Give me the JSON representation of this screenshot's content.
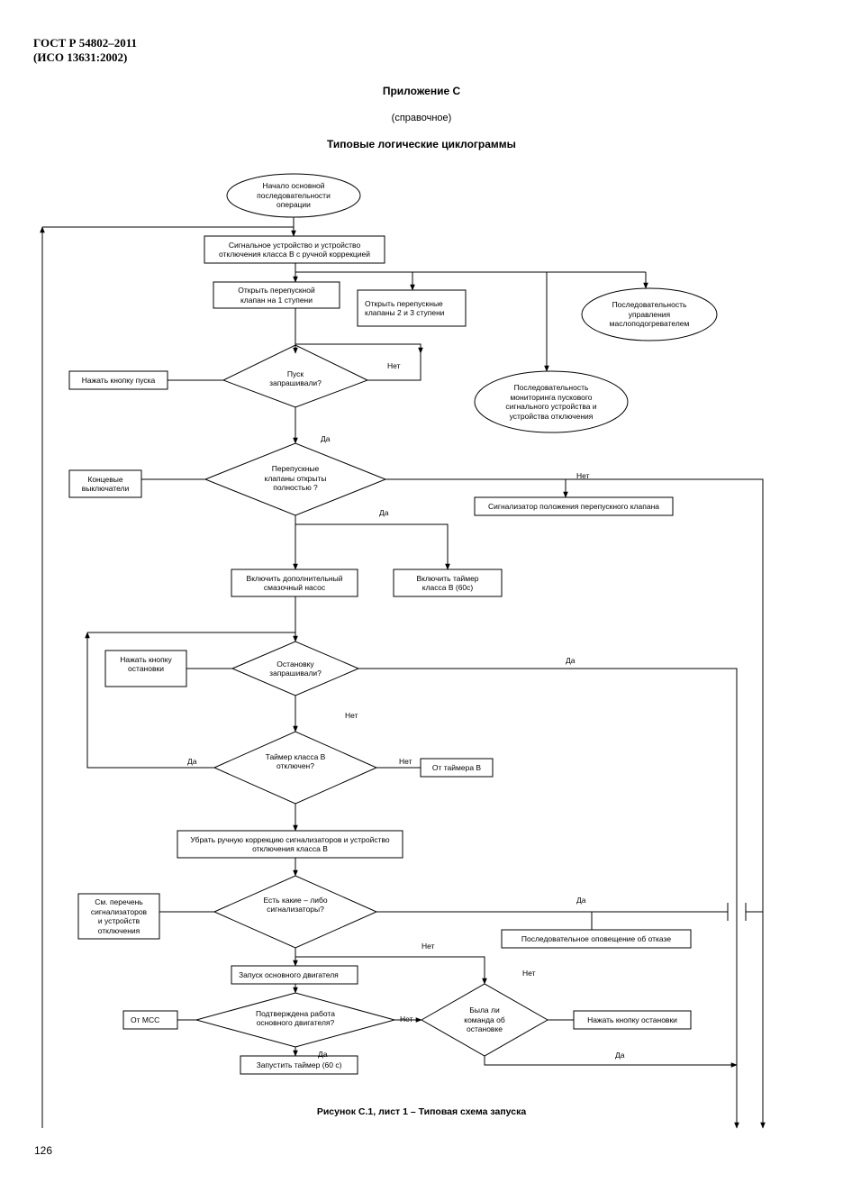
{
  "header": {
    "standard": "ГОСТ Р 54802–2011",
    "iso": "(ИСО 13631:2002)"
  },
  "appendix": {
    "title": "Приложение С",
    "subtitle": "(справочное)",
    "heading": "Типовые логические циклограммы"
  },
  "nodes": {
    "start": "Начало основной\nпоследовательности\nоперации",
    "signal_device": "Сигнальное устройство и устройство\nотключения класса В с ручной коррекцией",
    "open_valve1": "Открыть перепускной\nклапан на 1  ступени",
    "open_valves23": "Открыть перепускные\nклапаны 2  и 3 ступени",
    "oil_heater_seq": "Последовательность\nуправления\nмаслоподогревателем",
    "start_monitor_seq": "Последовательность\nмониторинга пускового\nсигнального устройства и\nустройства отключения",
    "press_start_btn": "Нажать кнопку пуска",
    "start_requested": "Пуск\nзапрашивали?",
    "limit_switches": "Концевые\nвыключатели",
    "valves_open": "Перепускные\nклапаны открыты\nполностью ?",
    "valve_pos_signal": "Сигнализатор положения перепускного клапана",
    "aux_pump": "Включить дополнительный\nсмазочный насос",
    "timer_b_on": "Включить таймер\nкласса В (60с)",
    "press_stop_btn": "Нажать кнопку\nостановки",
    "stop_requested": "Остановку\nзапрашивали?",
    "timer_b_off": "Таймер класса В\nотключен?",
    "from_timer_b": "От таймера В",
    "remove_correction": "Убрать ручную коррекцию сигнализаторов и устройство\nотключения класса В",
    "see_list": "См. перечень\nсигнализаторов\nи устройств\nотключения",
    "any_signals": "Есть какие – либо\nсигнализаторы?",
    "failure_notify": "Последовательное оповещение об отказе",
    "main_engine_start": "Запуск основного двигателя",
    "from_mcc": "От МСС",
    "engine_confirmed": "Подтверждена работа\nосновного двигателя?",
    "stop_command": "Была ли\nкоманда об\nостановке",
    "press_stop_btn2": "Нажать кнопку остановки",
    "start_timer": "Запустить таймер (60 с)"
  },
  "labels": {
    "net": "Нет",
    "da": "Да"
  },
  "caption": "Рисунок С.1, лист 1 – Типовая схема запуска",
  "page_number": "126"
}
